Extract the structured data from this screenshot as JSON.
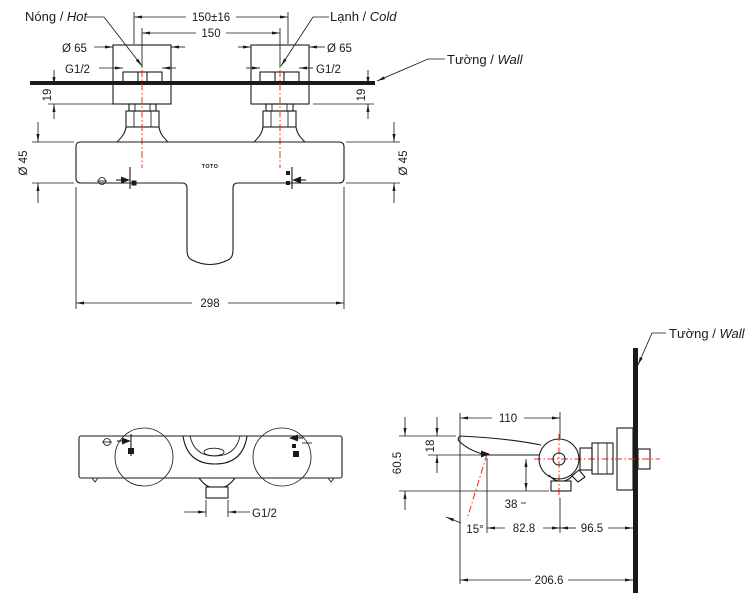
{
  "drawing": {
    "labels": {
      "hot": {
        "vi": "Nóng / ",
        "en": "Hot"
      },
      "cold": {
        "vi": "Lạnh / ",
        "en": "Cold"
      },
      "wall": {
        "vi": "Tường / ",
        "en": "Wall"
      },
      "logo": "TOTO"
    },
    "dims": {
      "spacing_tolerance": "150±16",
      "hole_spacing": "150",
      "escutcheon_diameter": "Ø 65",
      "thread_size": "G1/2",
      "wall_offset": "19",
      "body_diameter": "Ø 45",
      "body_width": "298",
      "spout_reach": "110",
      "spout_tip_height": "18",
      "overall_height": "60.5",
      "outlet_drop": "38",
      "spout_angle": "15°",
      "reach_to_axis": "82.8",
      "axis_to_wall": "96.5",
      "overall_depth": "206.6"
    },
    "colors": {
      "line": "#1a1a1a",
      "centerline": "#ff2516",
      "background": "#ffffff"
    }
  }
}
